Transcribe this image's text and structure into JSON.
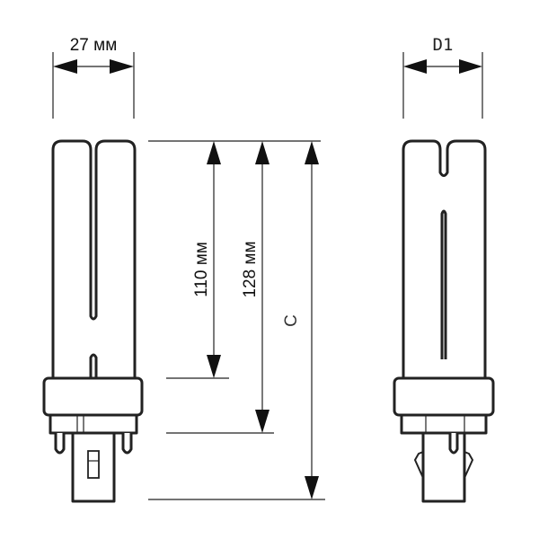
{
  "title": "Compact fluorescent lamp dimensions",
  "dimensions": {
    "width_front": "27 мм",
    "width_side": "D1",
    "tube_length": "110 мм",
    "length_to_collar": "128 мм",
    "total_length": "C"
  },
  "colors": {
    "line": "#222222",
    "background": "#ffffff"
  }
}
